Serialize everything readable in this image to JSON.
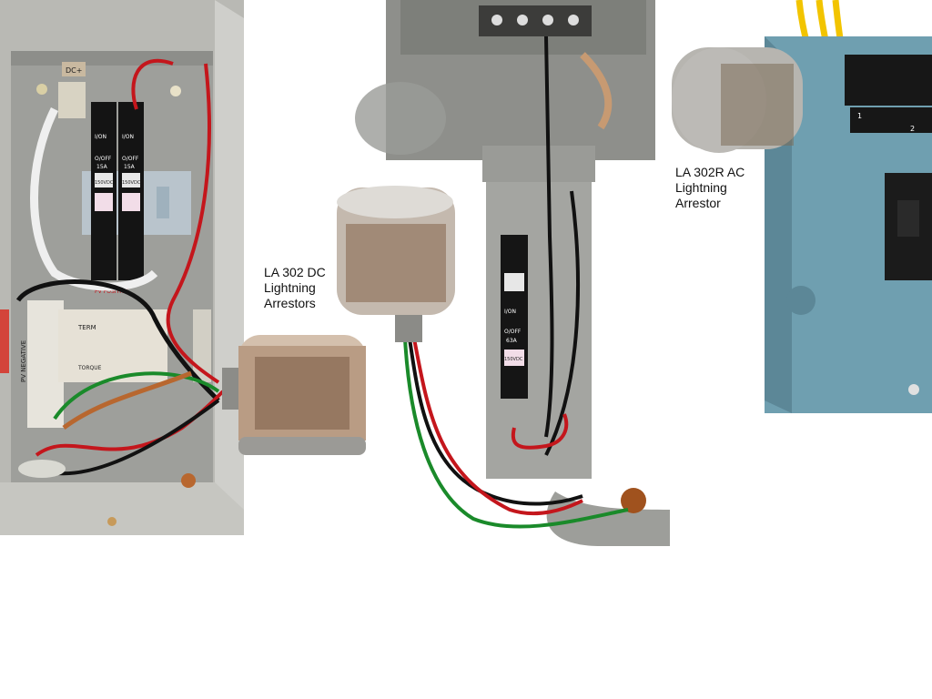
{
  "captions": {
    "dc_arrestor": "LA 302 DC\nLightning\nArrestors",
    "ac_arrestor": "LA 302R AC\nLightning\nArrestor"
  },
  "breaker_labels": {
    "dc_left": {
      "on": "I/ON",
      "off": "O/OFF",
      "rating": "15A",
      "volts": "150VDC"
    },
    "dc_right": {
      "on": "I/ON",
      "off": "O/OFF",
      "rating": "15A",
      "volts": "150VDC"
    },
    "middle": {
      "on": "I/ON",
      "off": "O/OFF",
      "rating": "63A",
      "volts": "150VDC"
    }
  },
  "enclosure_labels": {
    "pv_negative": "PV NEGATIVE",
    "pv_positive": "PV POSITIVE",
    "terminal_bar": "TERM",
    "torque": "TORQUE",
    "dc_plus": "DC+"
  },
  "ac_panel": {
    "slot_1": "1",
    "slot_2": "2"
  },
  "colors": {
    "enclosure": "#b7b7b2",
    "panel_gray": "#a8a9a5",
    "ac_panel": "#6f9fb0",
    "arrestor_chrome": "#b9b3ac",
    "wire_red": "#c4161c",
    "wire_green": "#1a8a2a",
    "wire_black": "#111111",
    "copper": "#b8672f",
    "strap_yellow": "#f2c400"
  }
}
